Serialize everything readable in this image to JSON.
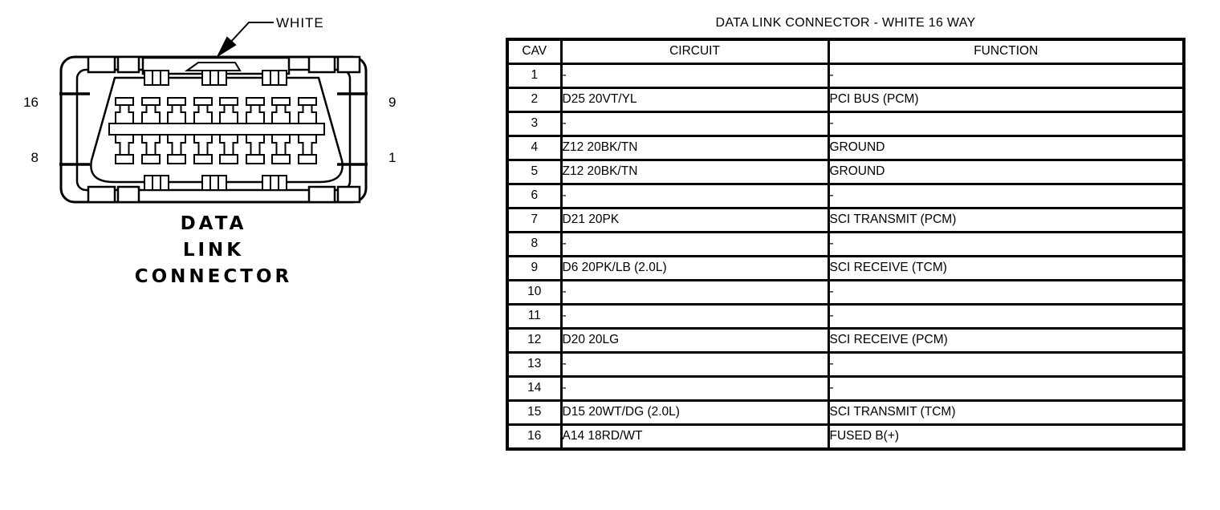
{
  "diagram": {
    "connector_color_label": "WHITE",
    "caption_lines": [
      "DATA",
      "LINK",
      "CONNECTOR"
    ],
    "pin_labels": {
      "top_left": "16",
      "top_right": "9",
      "bottom_left": "8",
      "bottom_right": "1"
    }
  },
  "table": {
    "title": "DATA LINK CONNECTOR - WHITE 16 WAY",
    "columns": [
      "CAV",
      "CIRCUIT",
      "FUNCTION"
    ],
    "rows": [
      {
        "cav": "1",
        "circuit": "-",
        "function": "-"
      },
      {
        "cav": "2",
        "circuit": "D25 20VT/YL",
        "function": "PCI BUS (PCM)"
      },
      {
        "cav": "3",
        "circuit": "-",
        "function": "-"
      },
      {
        "cav": "4",
        "circuit": "Z12 20BK/TN",
        "function": "GROUND"
      },
      {
        "cav": "5",
        "circuit": "Z12 20BK/TN",
        "function": "GROUND"
      },
      {
        "cav": "6",
        "circuit": "-",
        "function": "-"
      },
      {
        "cav": "7",
        "circuit": "D21 20PK",
        "function": "SCI TRANSMIT (PCM)"
      },
      {
        "cav": "8",
        "circuit": "-",
        "function": "-"
      },
      {
        "cav": "9",
        "circuit": "D6 20PK/LB (2.0L)",
        "function": "SCI RECEIVE (TCM)"
      },
      {
        "cav": "10",
        "circuit": "-",
        "function": "-"
      },
      {
        "cav": "11",
        "circuit": "-",
        "function": "-"
      },
      {
        "cav": "12",
        "circuit": "D20 20LG",
        "function": "SCI RECEIVE (PCM)"
      },
      {
        "cav": "13",
        "circuit": "-",
        "function": "-"
      },
      {
        "cav": "14",
        "circuit": "-",
        "function": "-"
      },
      {
        "cav": "15",
        "circuit": "D15 20WT/DG (2.0L)",
        "function": "SCI TRANSMIT (TCM)"
      },
      {
        "cav": "16",
        "circuit": "A14 18RD/WT",
        "function": "FUSED B(+)"
      }
    ]
  },
  "colors": {
    "ink": "#000000",
    "paper": "#ffffff"
  }
}
